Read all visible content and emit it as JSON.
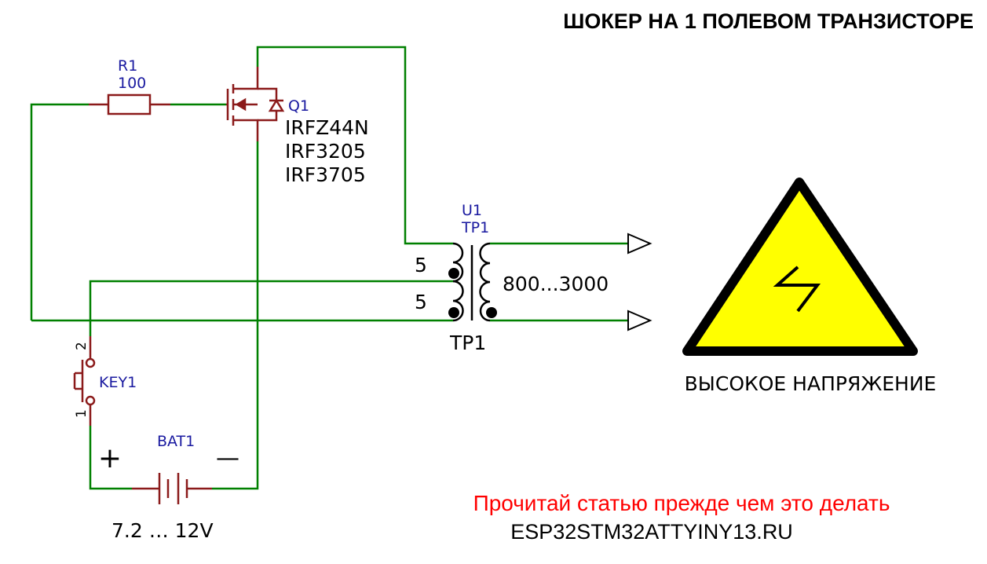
{
  "title": "ШОКЕР НА 1 ПОЛЕВОМ ТРАНЗИСТОРЕ",
  "resistor": {
    "ref": "R1",
    "value": "100"
  },
  "transistor": {
    "ref": "Q1",
    "parts": [
      "IRFZ44N",
      "IRF3205",
      "IRF3705"
    ]
  },
  "transformer": {
    "ref": "U1",
    "name": "TP1",
    "primary_turns": [
      "5",
      "5"
    ],
    "secondary_turns": "800...3000",
    "label": "TP1"
  },
  "key": {
    "ref": "KEY1",
    "pin_top": "2",
    "pin_bottom": "1"
  },
  "battery": {
    "ref": "BAT1",
    "plus": "+",
    "minus": "—",
    "voltage": "7.2 … 12V"
  },
  "warning": {
    "label": "ВЫСОКОЕ НАПРЯЖЕНИЕ"
  },
  "note": "Прочитай статью прежде чем это делать",
  "site": "ESP32STM32ATTYINY13.RU",
  "colors": {
    "wire": "#008000",
    "component": "#8b1a1a",
    "ref_text": "#1a1aa0",
    "warning_fill": "#ffff00",
    "note": "#ff0000"
  }
}
